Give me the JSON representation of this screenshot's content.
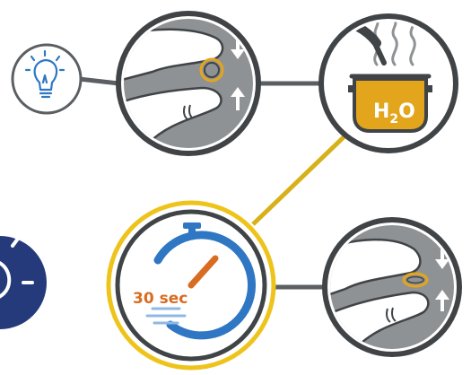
{
  "steps": [
    {
      "id": "idea",
      "icon": "lightbulb-icon"
    },
    {
      "id": "press-ring-1",
      "icon": "fingers-pressing-ring-icon"
    },
    {
      "id": "boil",
      "icon": "boiling-water-pot-icon",
      "label": "H₂O"
    },
    {
      "id": "timer",
      "icon": "stopwatch-icon",
      "label": "30 sec"
    },
    {
      "id": "press-ring-2",
      "icon": "fingers-pressing-ring-icon"
    },
    {
      "id": "partial-badge",
      "icon": "lightbulb-icon"
    }
  ],
  "colors": {
    "ring_dark": "#404447",
    "ring_gold": "#eec31a",
    "connector_gray": "#5b5f62",
    "connector_gold": "#d8b11a",
    "fill_gray": "#8f9294",
    "blue": "#2f77c3",
    "navy": "#253a7b",
    "orange": "#d86c22",
    "gold_pot": "#e3a51c",
    "light_blue": "#8fb8e4"
  },
  "pot": {
    "label_main": "H",
    "label_sub": "2",
    "label_end": "O"
  },
  "timer": {
    "label": "30 sec",
    "value_seconds": 30
  }
}
